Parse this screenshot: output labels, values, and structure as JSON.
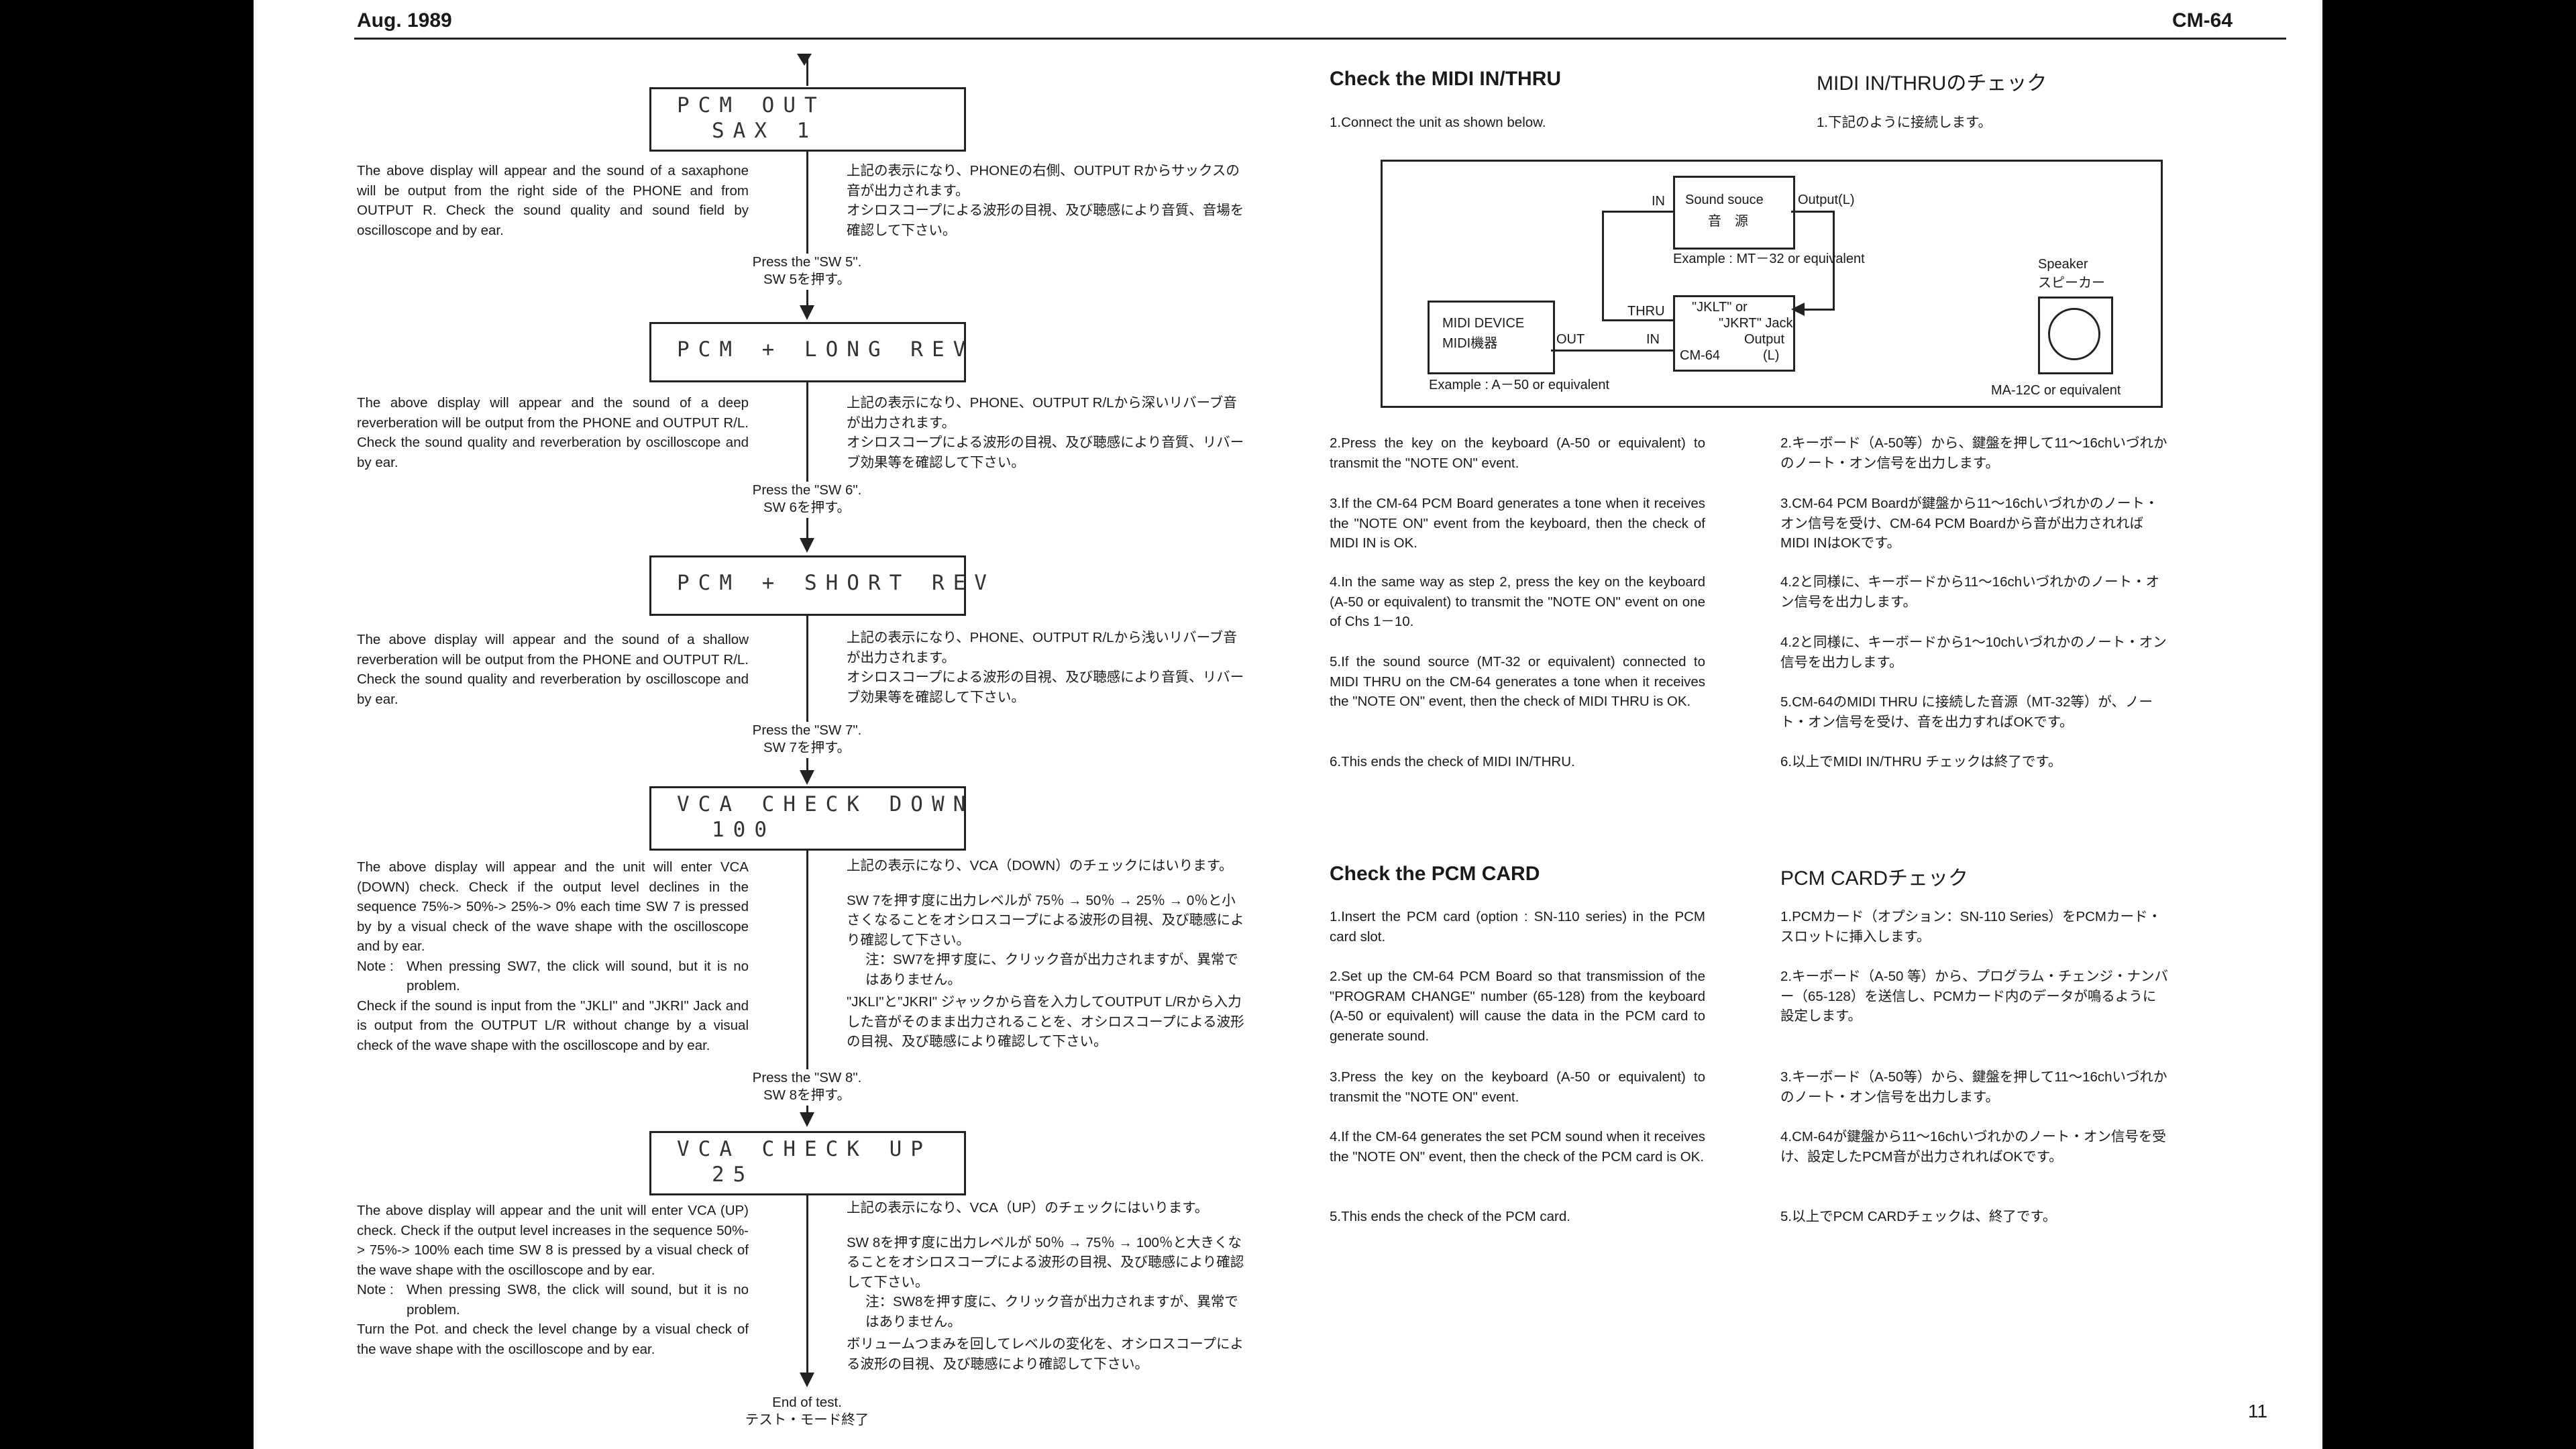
{
  "header": {
    "date": "Aug. 1989",
    "model": "CM-64",
    "page_number": "11"
  },
  "flow": {
    "displays": [
      {
        "line1": "PCM OUT",
        "line2": "SAX 1"
      },
      {
        "line1": "PCM + LONG REV",
        "line2": ""
      },
      {
        "line1": "PCM + SHORT REV",
        "line2": ""
      },
      {
        "line1": "VCA CHECK DOWN",
        "line2": "100"
      },
      {
        "line1": "VCA CHECK UP",
        "line2": "25"
      }
    ],
    "sections": [
      {
        "en": "The above display will appear and the sound of a saxaphone will be output from the right side of the PHONE and from OUTPUT R. Check the sound quality and sound field by oscilloscope and by ear.",
        "jp": "上記の表示になり、PHONEの右側、OUTPUT Rからサックスの音が出力されます。\nオシロスコープによる波形の目視、及び聴感により音質、音場を確認して下さい。",
        "press_en": "Press the \"SW 5\".",
        "press_jp": "SW 5を押す。"
      },
      {
        "en": "The above display will appear and the sound of a deep reverberation will be output from the PHONE and OUTPUT R/L. Check the sound quality and reverberation by oscilloscope and by ear.",
        "jp": "上記の表示になり、PHONE、OUTPUT R/Lから深いリバーブ音が出力されます。\nオシロスコープによる波形の目視、及び聴感により音質、リバーブ効果等を確認して下さい。",
        "press_en": "Press the \"SW 6\".",
        "press_jp": "SW 6を押す。"
      },
      {
        "en": "The above display will appear and the sound of a shallow reverberation will be output from the PHONE and OUTPUT R/L. Check the sound quality and reverberation by oscilloscope and by ear.",
        "jp": "上記の表示になり、PHONE、OUTPUT R/Lから浅いリバーブ音が出力されます。\nオシロスコープによる波形の目視、及び聴感により音質、リバーブ効果等を確認して下さい。",
        "press_en": "Press the \"SW 7\".",
        "press_jp": "SW 7を押す。"
      },
      {
        "en1": "The above display will appear and the unit will enter VCA (DOWN) check. Check if the output level declines in the sequence 75%-> 50%-> 25%-> 0% each time SW 7 is pressed by by a visual check of the wave shape with the oscilloscope and by ear.",
        "note_label": "Note :",
        "note": "When pressing SW7, the click will sound, but it is no problem.",
        "en2": "Check if the sound is input from the \"JKLI\" and \"JKRI\" Jack and is output from the OUTPUT L/R without change by a visual check of the wave shape with the oscilloscope and by ear.",
        "jp1": "上記の表示になり、VCA（DOWN）のチェックにはいります。",
        "jp2": "SW 7を押す度に出力レベルが 75％ → 50％ → 25％ → 0％と小さくなることをオシロスコープによる波形の目視、及び聴感により確認して下さい。",
        "jp_note": "注：SW7を押す度に、クリック音が出力されますが、異常ではありません。",
        "jp3": "\"JKLI\"と\"JKRI\" ジャックから音を入力してOUTPUT L/Rから入力した音がそのまま出力されることを、オシロスコープによる波形の目視、及び聴感により確認して下さい。",
        "press_en": "Press the \"SW 8\".",
        "press_jp": "SW 8を押す。"
      },
      {
        "en1": "The above display will appear and the unit will enter VCA (UP) check. Check if the output level increases in the sequence 50%-> 75%-> 100% each time SW 8 is pressed by a visual check of the wave shape with the oscilloscope and by ear.",
        "note_label": "Note :",
        "note": "When pressing SW8, the click will sound, but it is no problem.",
        "en2": "Turn the Pot. and check the level change by a visual check of the wave shape with the oscilloscope and by ear.",
        "jp1": "上記の表示になり、VCA（UP）のチェックにはいります。",
        "jp2": "SW 8を押す度に出力レベルが 50％ → 75％ → 100％と大きくなることをオシロスコープによる波形の目視、及び聴感により確認して下さい。",
        "jp_note": "注：SW8を押す度に、クリック音が出力されますが、異常ではありません。",
        "jp3": "ボリュームつまみを回してレベルの変化を、オシロスコープによる波形の目視、及び聴感により確認して下さい。",
        "end_en": "End of test.",
        "end_jp": "テスト・モード終了"
      }
    ]
  },
  "midi": {
    "title_en": "Check the MIDI IN/THRU",
    "title_jp": "MIDI IN/THRUのチェック",
    "intro_en": "1.Connect the unit as shown below.",
    "intro_jp": "1.下記のように接続します。",
    "diagram": {
      "sound_source": "Sound souce",
      "sound_source_jp": "音　源",
      "in": "IN",
      "output_l": "Output(L)",
      "example1": "Example :  MT－32  or  equivalent",
      "speaker": "Speaker",
      "speaker_jp": "スピーカー",
      "thru": "THRU",
      "jack1": "\"JKLT\"  or",
      "jack2": "\"JKRT\"  Jack",
      "jack_out": "Output",
      "jack_l": "(L)",
      "cm64": "CM-64",
      "midi_device": "MIDI DEVICE",
      "midi_device_jp": "MIDI機器",
      "out": "OUT",
      "in2": "IN",
      "example2": "Example :  A－50  or  equivalent",
      "ma12c": "MA-12C  or  equivalent"
    },
    "steps_en": [
      "2.Press the key on the keyboard (A-50 or equivalent) to transmit the \"NOTE ON\" event.",
      "3.If the CM-64 PCM Board generates a tone when it receives the \"NOTE ON\" event from the keyboard, then the check of MIDI IN is OK.",
      "4.In the same way as step 2, press the key on the keyboard (A-50 or equivalent) to transmit the \"NOTE ON\" event on one of Chs 1－10.",
      "5.If the sound source (MT-32 or equivalent) connected to MIDI THRU on the CM-64 generates a tone when it receives the \"NOTE ON\" event, then the check of MIDI THRU is OK.",
      "6.This ends the check of MIDI IN/THRU."
    ],
    "steps_jp": [
      "2.キーボード（A-50等）から、鍵盤を押して11〜16chいづれかのノート・オン信号を出力します。",
      "3.CM-64 PCM Boardが鍵盤から11〜16chいづれかのノート・オン信号を受け、CM-64 PCM Boardから音が出力されればMIDI INはOKです。",
      "4.2と同様に、キーボードから11〜16chいづれかのノート・オン信号を出力します。",
      "4.2と同様に、キーボードから1〜10chいづれかのノート・オン信号を出力します。",
      "5.CM-64のMIDI THRU に接続した音源（MT-32等）が、ノート・オン信号を受け、音を出力すればOKです。",
      "6.以上でMIDI IN/THRU チェックは終了です。"
    ]
  },
  "pcm": {
    "title_en": "Check the PCM CARD",
    "title_jp": "PCM CARDチェック",
    "steps_en": [
      "1.Insert the PCM card (option : SN-110 series) in the PCM card slot.",
      "2.Set up the CM-64 PCM Board so that transmission of the \"PROGRAM CHANGE\" number (65-128) from the keyboard (A-50 or equivalent) will cause the data in the PCM card to generate sound.",
      "3.Press the key on the keyboard (A-50 or equivalent) to transmit the \"NOTE ON\" event.",
      "4.If the CM-64 generates the set PCM sound when it receives the \"NOTE ON\" event, then the check of the PCM card is OK.",
      "5.This ends the check of the PCM card."
    ],
    "steps_jp": [
      "1.PCMカード（オプション：SN-110 Series）をPCMカード・スロットに挿入します。",
      "2.キーボード（A-50 等）から、プログラム・チェンジ・ナンバー（65-128）を送信し、PCMカード内のデータが鳴るように設定します。",
      "3.キーボード（A-50等）から、鍵盤を押して11〜16chいづれかのノート・オン信号を出力します。",
      "4.CM-64が鍵盤から11〜16chいづれかのノート・オン信号を受け、設定したPCM音が出力されればOKです。",
      "5.以上でPCM CARDチェックは、終了です。"
    ]
  }
}
